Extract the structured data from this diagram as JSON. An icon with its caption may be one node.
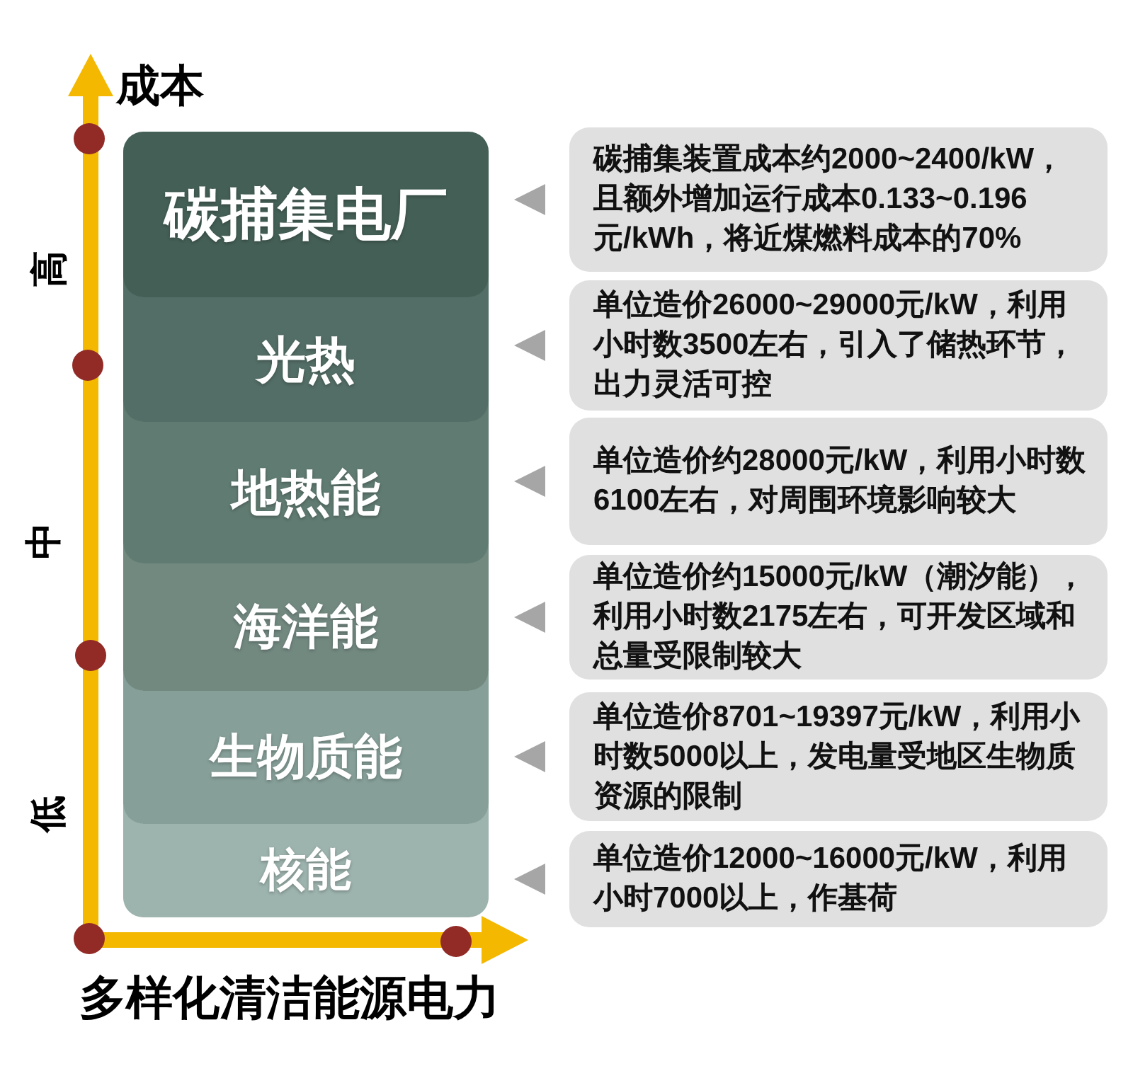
{
  "diagram": {
    "nodes": [
      {
        "text": [
          "碳捕集电厂"
        ]
      },
      {
        "text": [
          "光热"
        ]
      },
      {
        "text": [
          "地热能"
        ]
      },
      {
        "text": [
          "海洋能"
        ]
      },
      {
        "text": [
          "生物质能"
        ]
      },
      {
        "text": [
          "核能"
        ]
      },
      {
        "text": [
          "碳捕集装置成本约2000~2400/kW，且额外增加运行成本0.133~0.196元/kWh，将近煤燃料成本的70%"
        ]
      },
      {
        "text": [
          "单位造价26000~29000元/kW，利用小时数3500左右，引入了储热环节，出力灵活可控"
        ]
      },
      {
        "text": [
          "单位造价约28000元/kW，利用小时数6100左右，对周围环境影响较大"
        ]
      },
      {
        "text": [
          "单位造价约15000元/kW（潮汐能），利用小时数2175左右，可开发区域和总量受限制较大"
        ]
      },
      {
        "text": [
          "单位造价8701~19397元/kW，利用小时数5000以上，发电量受地区生物质资源的限制"
        ]
      },
      {
        "text": [
          "单位造价12000~16000元/kW，利用小时7000以上，作基荷"
        ]
      }
    ],
    "edges": [
      {
        "from": 6,
        "to": 0,
        "arrow": "to"
      },
      {
        "from": 7,
        "to": 1,
        "arrow": "to"
      },
      {
        "from": 8,
        "to": 2,
        "arrow": "to"
      },
      {
        "from": 9,
        "to": 3,
        "arrow": "to"
      },
      {
        "from": 10,
        "to": 4,
        "arrow": "to"
      },
      {
        "from": 11,
        "to": 5,
        "arrow": "to"
      }
    ],
    "labels": [
      "成本",
      "高",
      "中",
      "低",
      "多样化清洁能源电力"
    ]
  }
}
